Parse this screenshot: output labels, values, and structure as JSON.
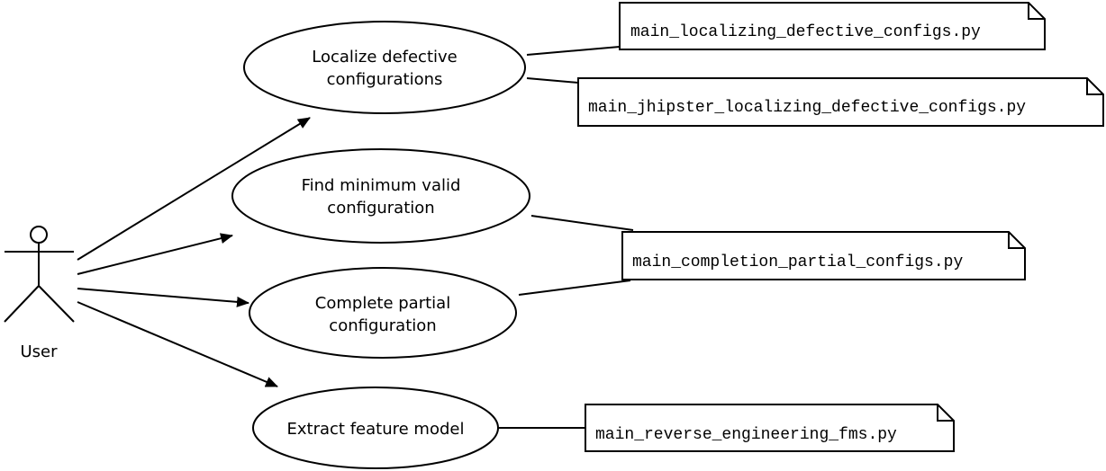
{
  "actor": {
    "label": "User"
  },
  "use_cases": [
    {
      "id": "uc-localize",
      "lines": [
        "Localize defective",
        "configurations"
      ]
    },
    {
      "id": "uc-minimum",
      "lines": [
        "Find minimum valid",
        "configuration"
      ]
    },
    {
      "id": "uc-complete",
      "lines": [
        "Complete partial",
        "configuration"
      ]
    },
    {
      "id": "uc-extract",
      "lines": [
        "Extract feature model"
      ]
    }
  ],
  "notes": [
    {
      "id": "note-localizing",
      "text": "main_localizing_defective_configs.py"
    },
    {
      "id": "note-jhipster",
      "text": "main_jhipster_localizing_defective_configs.py"
    },
    {
      "id": "note-completion",
      "text": "main_completion_partial_configs.py"
    },
    {
      "id": "note-reverse",
      "text": "main_reverse_engineering_fms.py"
    }
  ]
}
